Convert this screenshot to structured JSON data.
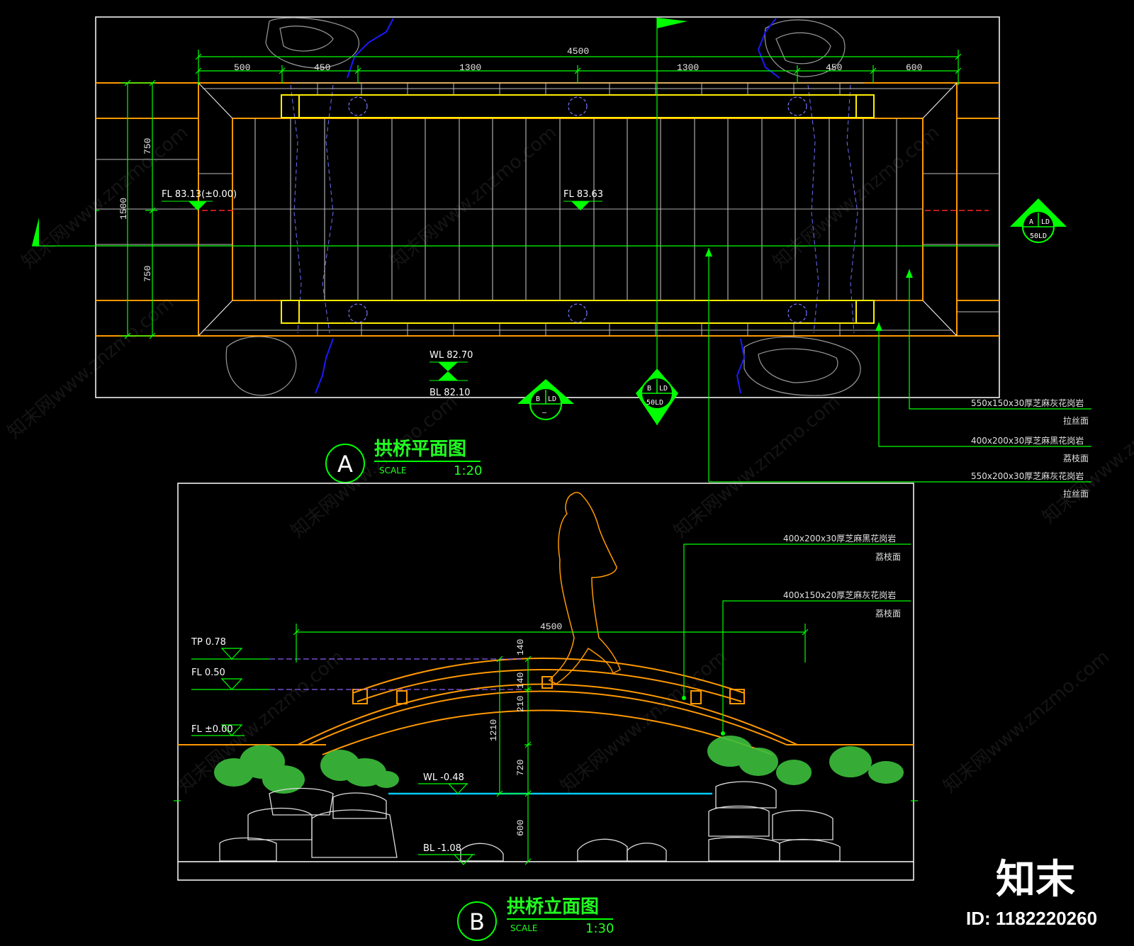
{
  "plan": {
    "title": "拱桥平面图",
    "label": "A",
    "scale_word": "SCALE",
    "scale": "1:20",
    "overall_dim": "4500",
    "segment_dims": [
      "500",
      "450",
      "1300",
      "1300",
      "450",
      "600"
    ],
    "side_dims": [
      "750",
      "1500",
      "750"
    ],
    "level_left": "FL 83.13(±0.00)",
    "level_center": "FL 83.63",
    "level_wl": "WL 82.70",
    "level_bl": "BL 82.10",
    "callouts": [
      {
        "spec": "550x150x30厚芝麻灰花岗岩",
        "finish": "拉丝面"
      },
      {
        "spec": "400x200x30厚芝麻黑花岗岩",
        "finish": "荔枝面"
      },
      {
        "spec": "550x200x30厚芝麻灰花岗岩",
        "finish": "拉丝面"
      }
    ],
    "section_marks": [
      {
        "id": "A",
        "ref": "LD",
        "sheet": "50LD"
      },
      {
        "id": "B",
        "ref": "LD",
        "sheet": "50LD"
      },
      {
        "id": "B",
        "ref": "LD",
        "sheet": "—"
      }
    ]
  },
  "elevation": {
    "title": "拱桥立面图",
    "label": "B",
    "scale_word": "SCALE",
    "scale": "1:30",
    "overall_dim": "4500",
    "vertical_dims": [
      "140",
      "140",
      "210",
      "1210",
      "720",
      "600"
    ],
    "levels": [
      "TP 0.78",
      "FL 0.50",
      "FL ±0.00",
      "WL -0.48",
      "BL -1.08"
    ],
    "callouts": [
      {
        "spec": "400x200x30厚芝麻黑花岗岩",
        "finish": "荔枝面"
      },
      {
        "spec": "400x150x20厚芝麻灰花岗岩",
        "finish": "荔枝面"
      }
    ]
  },
  "watermark": {
    "site": "znzmo.com",
    "text": "知末网www.znzmo.com",
    "brand": "知末",
    "id": "ID: 1182220260"
  },
  "colors": {
    "background": "#000000",
    "dimension": "#00ff00",
    "outline": "#ffffff",
    "bridge_edge": "#ff9900",
    "rail": "#ffff00",
    "water": "#00ccff",
    "stream": "#0000ff",
    "hidden": "#7777ff",
    "centerline": "#ff2222",
    "planting": "#3cbf3c"
  }
}
